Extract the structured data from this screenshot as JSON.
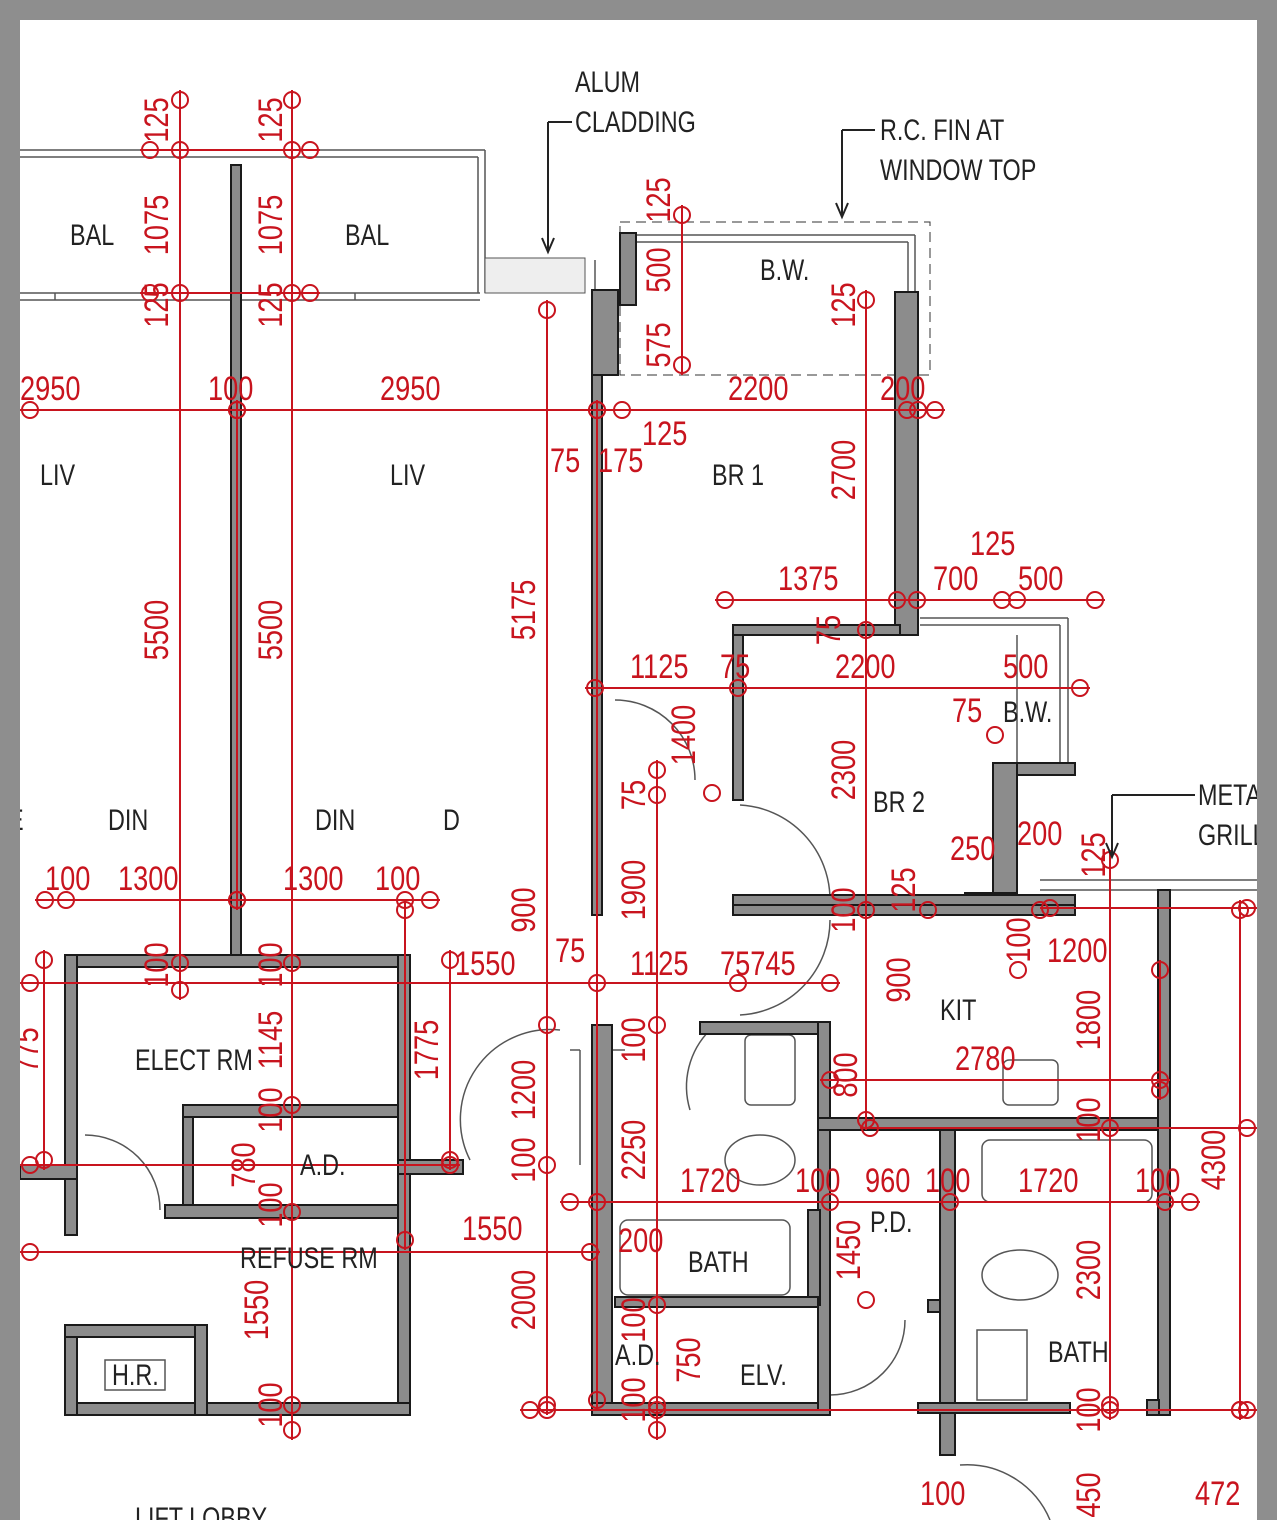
{
  "labels": [
    "ALUM",
    "CLADDING",
    "R.C. FIN AT",
    "WINDOW TOP",
    "BAL",
    "BAL",
    "B.W.",
    "LIV",
    "LIV",
    "BR 1",
    "DIN",
    "DIN",
    "E",
    "D",
    "BR 2",
    "B.W.",
    "METAL",
    "GRILLE",
    "ELECT RM",
    "A.D.",
    "REFUSE RM",
    "KIT",
    "P.D.",
    "BATH",
    "BATH",
    "A.D.",
    "ELV.",
    "H.R.",
    "LIFT LOBBY"
  ],
  "dimensions": [
    "125",
    "1075",
    "125",
    "125",
    "1075",
    "125",
    "125",
    "500",
    "575",
    "125",
    "2950",
    "100",
    "2950",
    "2200",
    "200",
    "125",
    "75",
    "175",
    "2700",
    "5500",
    "5500",
    "5175",
    "125",
    "1375",
    "700",
    "500",
    "75",
    "2200",
    "1125",
    "75",
    "500",
    "1400",
    "75",
    "2300",
    "75",
    "100",
    "1300",
    "1300",
    "100",
    "250",
    "200",
    "125",
    "900",
    "1900",
    "100",
    "125",
    "100",
    "100",
    "1550",
    "75",
    "1125",
    "75745",
    "100",
    "1200",
    "900",
    "1145",
    "1775",
    "775",
    "100",
    "1800",
    "2780",
    "800",
    "100",
    "1200",
    "780",
    "100",
    "100",
    "2250",
    "1720",
    "100",
    "960",
    "100",
    "1720",
    "100",
    "4300",
    "100",
    "1550",
    "200",
    "1450",
    "1550",
    "2000",
    "2300",
    "100",
    "750",
    "100",
    "100",
    "100",
    "100",
    "450",
    "472"
  ]
}
